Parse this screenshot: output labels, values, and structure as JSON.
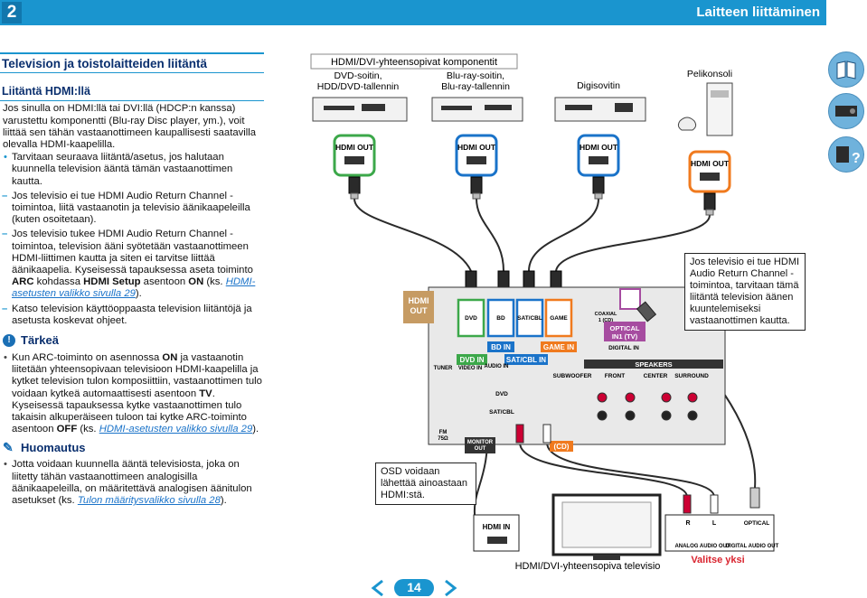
{
  "header": {
    "chapter_number": "2",
    "chapter_title": "Laitteen liittäminen"
  },
  "section": {
    "title": "Television ja toistolaitteiden liitäntä",
    "subtitle": "Liitäntä HDMI:llä",
    "intro": "Jos sinulla on HDMI:llä tai DVI:llä (HDCP:n kanssa) varustettu komponentti (Blu-ray Disc player, ym.), voit liittää sen tähän vastaanottimeen kaupallisesti saatavilla olevalla HDMI-kaapelilla.",
    "bullet1": "Tarvitaan seuraava liitäntä/asetus, jos halutaan kuunnella television ääntä tämän vastaanottimen kautta.",
    "dash1": "Jos televisio ei tue HDMI Audio Return Channel -toimintoa, liitä vastaanotin ja televisio äänikaapeleilla (kuten osoitetaan).",
    "dash2_pre": "Jos televisio tukee HDMI Audio Return Channel -toimintoa, television ääni syötetään vastaanottimeen HDMI-liittimen kautta ja siten ei tarvitse liittää äänikaapelia. Kyseisessä tapauksessa aseta toiminto",
    "dash2_arc": "ARC",
    "dash2_mid": "kohdassa",
    "dash2_setup": "HDMI Setup",
    "dash2_to": "asentoon",
    "dash2_on": "ON",
    "dash2_ks": "(ks.",
    "dash2_link": "HDMI-asetusten valikko sivulla 29",
    "dash2_end": ").",
    "dash3": "Katso television käyttöoppaasta television liitäntöjä ja asetusta koskevat ohjeet."
  },
  "important": {
    "label": "Tärkeä",
    "t1": "Kun ARC-toiminto on asennossa",
    "on": "ON",
    "t2": "ja vastaanotin liitetään yhteensopivaan televisioon HDMI-kaapelilla ja kytket television tulon komposiittiin, vastaanottimen tulo voidaan kytkeä automaattisesti asentoon",
    "tv": "TV",
    "t3": ". Kyseisessä tapauksessa kytke vastaanottimen tulo takaisin alkuperäiseen tuloon tai kytke ARC-toiminto asentoon",
    "off": "OFF",
    "t4": "(ks.",
    "link": "HDMI-asetusten valikko sivulla 29",
    "t5": ")."
  },
  "note": {
    "label": "Huomautus",
    "t1": "Jotta voidaan kuunnella ääntä televisiosta, joka on liitetty tähän vastaanottimeen analogisilla äänikaapeleilla, on määritettävä analogisen äänitulon asetukset (ks.",
    "link": "Tulon määritysvalikko sivulla 28",
    "t2": ")."
  },
  "diagram": {
    "compat_title": "HDMI/DVI-yhteensopivat komponentit",
    "dvd_label": "DVD-soitin,\nHDD/DVD-tallennin",
    "bd_label": "Blu-ray-soitin,\nBlu-ray-tallennin",
    "stb_label": "Digisovitin",
    "game_label": "Pelikonsoli",
    "hdmi_out": "HDMI OUT",
    "receiver_hdmi_out": "HDMI\nOUT",
    "in_dvd": "DVD",
    "in_bd": "BD",
    "in_sat": "SAT/CBL",
    "in_game": "GAME",
    "tag_bd": "BD IN",
    "tag_dvd": "DVD IN",
    "tag_sat": "SAT/CBL IN",
    "tag_game": "GAME IN",
    "tag_optical": "OPTICAL\nIN1 (TV)",
    "coaxial": "COAXIAL\n1 (CD)",
    "digital_in": "DIGITAL IN",
    "speakers": "SPEAKERS",
    "front": "FRONT",
    "center": "CENTER",
    "surround": "SURROUND",
    "subwoofer": "SUBWOOFER",
    "audio_in": "AUDIO IN",
    "video_in": "VIDEO IN",
    "tuner": "TUNER",
    "fm": "FM\n75Ω",
    "monitor_out": "MONITOR\nOUT",
    "cd_tag": "(CD)",
    "osd_note": "OSD voidaan lähettää ainoastaan HDMI:stä.",
    "arc_note": "Jos televisio ei tue HDMI Audio Return Channel -toimintoa, tarvitaan tämä liitäntä television äänen kuuntelemiseksi vastaanottimen kautta.",
    "tv_hdmi_in": "HDMI IN",
    "tv_r": "R",
    "tv_l": "L",
    "tv_analog": "ANALOG AUDIO OUT",
    "tv_optical": "OPTICAL",
    "tv_digital": "DIGITAL AUDIO OUT",
    "choose_one": "Valitse yksi",
    "tv_label": "HDMI/DVI-yhteensopiva televisio"
  },
  "footer": {
    "page_number": "14"
  },
  "colors": {
    "accent": "#1a95cf",
    "hdmi_out_box": "#c69b63",
    "dvd": "#3ca84a",
    "bd": "#1a73c9",
    "sat": "#1a73c9",
    "game": "#f07a1e",
    "optical": "#a64ca0",
    "choose": "#d9232e"
  }
}
